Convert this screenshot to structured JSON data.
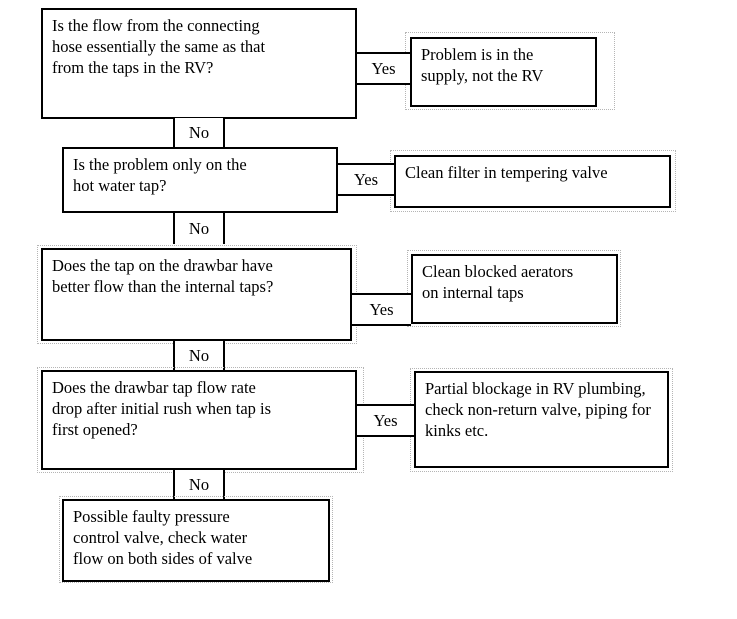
{
  "diagram": {
    "title": "RV water flow troubleshooting flowchart",
    "line_color": "#000000",
    "box_fill": "#ffffff",
    "selection_outline_color": "#b5b5b5",
    "background": "#ffffff"
  },
  "nodes": {
    "q1": "Is the flow from the connecting\nhose essentially the same as that\nfrom the taps in the RV?",
    "a1": "Problem is in the\nsupply, not the RV",
    "q2": "Is the problem only on the\nhot water tap?",
    "a2": "Clean filter in tempering valve",
    "q3": "Does the tap on the drawbar have\nbetter flow than the internal taps?",
    "a3": "Clean blocked aerators\non internal taps",
    "q4": "Does the drawbar tap flow rate\ndrop after initial rush when tap is\nfirst opened?",
    "a4": "Partial blockage in RV plumbing,\ncheck non-return valve, piping for\nkinks etc.",
    "a5": "Possible faulty pressure\ncontrol valve, check water\nflow on both sides of valve"
  },
  "connectors": {
    "yes1": "Yes",
    "yes2": "Yes",
    "yes3": "Yes",
    "yes4": "Yes",
    "no1": "No",
    "no2": "No",
    "no3": "No",
    "no4": "No"
  }
}
